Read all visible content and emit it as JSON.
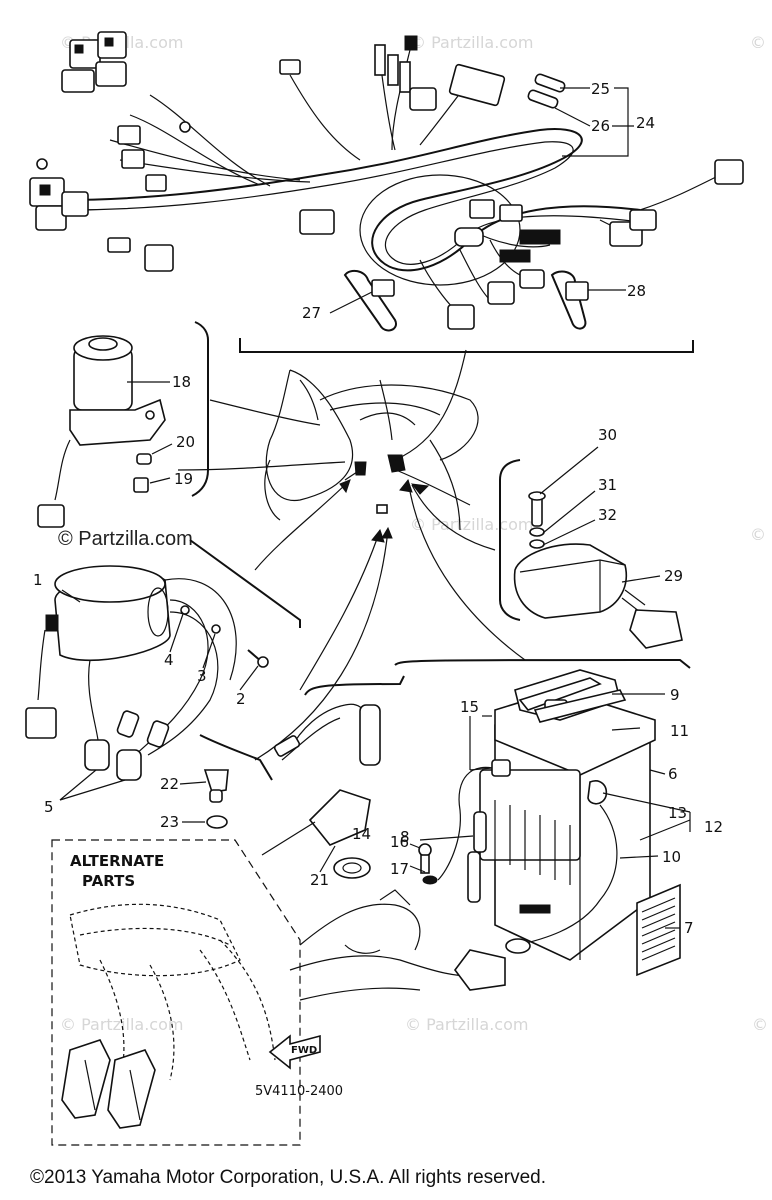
{
  "watermarks": [
    "© Partzilla.com",
    "© Partzilla.com",
    "© Partzilla.com",
    "© Partzilla.com",
    "© Partzilla.com",
    "© Partzilla.com",
    "© Partzilla.com",
    "© Partzilla.com",
    "© Partzilla.com"
  ],
  "watermark_dark": "© Partzilla.com",
  "callouts": {
    "c1": "1",
    "c2": "2",
    "c3": "3",
    "c4": "4",
    "c5": "5",
    "c6": "6",
    "c7": "7",
    "c8": "8",
    "c9": "9",
    "c10": "10",
    "c11": "11",
    "c12": "12",
    "c13": "13",
    "c14": "14",
    "c15": "15",
    "c16": "16",
    "c17": "17",
    "c18": "18",
    "c19": "19",
    "c20": "20",
    "c21": "21",
    "c22": "22",
    "c23": "23",
    "c24": "24",
    "c25": "25",
    "c26": "26",
    "c27": "27",
    "c28": "28",
    "c29": "29",
    "c30": "30",
    "c31": "31",
    "c32": "32"
  },
  "alternate_parts": {
    "line1": "ALTERNATE",
    "line2": "PARTS"
  },
  "fwd_label": "FWD",
  "diagram_code": "5V4110-2400",
  "copyright": "©2013  Yamaha Motor Corporation, U.S.A. All rights reserved."
}
